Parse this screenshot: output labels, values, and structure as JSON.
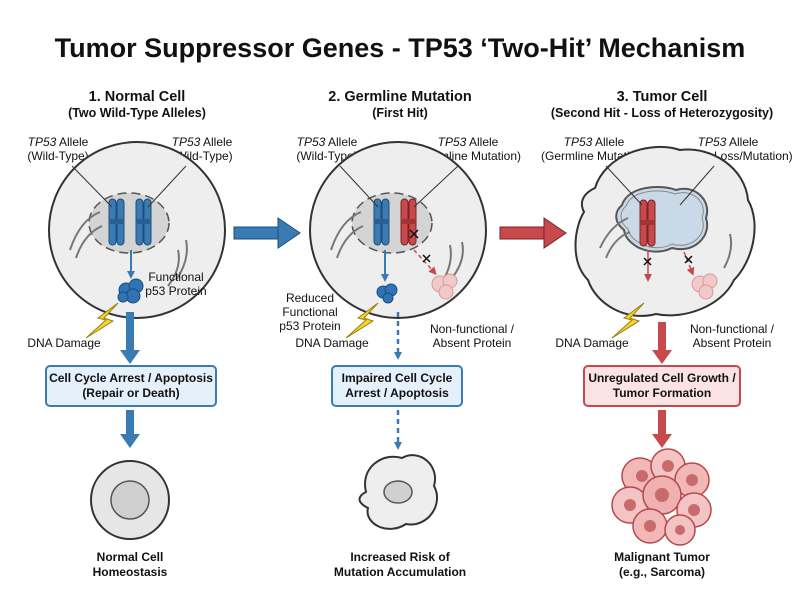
{
  "title": "Tumor Suppressor Genes - TP53 ‘Two-Hit’ Mechanism",
  "colors": {
    "blue": "#3b7bb3",
    "red": "#c8494b",
    "pink": "#f2c9c9",
    "box_blue_bg": "#e4f0fa",
    "box_red_bg": "#fbe3e3"
  },
  "panels": [
    {
      "heading": "1. Normal Cell",
      "subheading": "(Two Wild-Type Alleles)",
      "allele_left": {
        "gene": "TP53",
        "word": "Allele",
        "type": "(Wild-Type)"
      },
      "allele_right": {
        "gene": "TP53",
        "word": "Allele",
        "type": "(Wild-Type)"
      },
      "protein_label": [
        "Functional",
        "p53 Protein"
      ],
      "damage_label": "DNA Damage",
      "box": [
        "Cell Cycle Arrest / Apoptosis",
        "(Repair or Death)"
      ],
      "outcome": [
        "Normal Cell",
        "Homeostasis"
      ]
    },
    {
      "heading": "2. Germline Mutation",
      "subheading": "(First Hit)",
      "allele_left": {
        "gene": "TP53",
        "word": "Allele",
        "type": "(Wild-Type)"
      },
      "allele_right": {
        "gene": "TP53",
        "word": "Allele",
        "type": "(Germline Mutation)"
      },
      "protein_label": [
        "Reduced",
        "Functional",
        "p53 Protein"
      ],
      "damage_label": "DNA Damage",
      "nonfunc_label": [
        "Non-functional /",
        "Absent Protein"
      ],
      "box": [
        "Impaired Cell Cycle",
        "Arrest / Apoptosis"
      ],
      "outcome": [
        "Increased Risk of",
        "Mutation Accumulation"
      ]
    },
    {
      "heading": "3. Tumor Cell",
      "subheading": "(Second Hit - Loss of Heterozygosity)",
      "allele_left": {
        "gene": "TP53",
        "word": "Allele",
        "type": "(Germline Mutation)"
      },
      "allele_right": {
        "gene": "TP53",
        "word": "Allele",
        "type": "(Somatic Loss/Mutation)"
      },
      "damage_label": "DNA Damage",
      "nonfunc_label": [
        "Non-functional /",
        "Absent Protein"
      ],
      "box": [
        "Unregulated Cell Growth /",
        "Tumor Formation"
      ],
      "outcome": [
        "Malignant Tumor",
        "(e.g., Sarcoma)"
      ]
    }
  ],
  "icons": [
    "chromosome-icon",
    "protein-icon",
    "lightning-bolt-icon",
    "arrow-icon",
    "cell-icon",
    "tumor-cluster-icon"
  ]
}
